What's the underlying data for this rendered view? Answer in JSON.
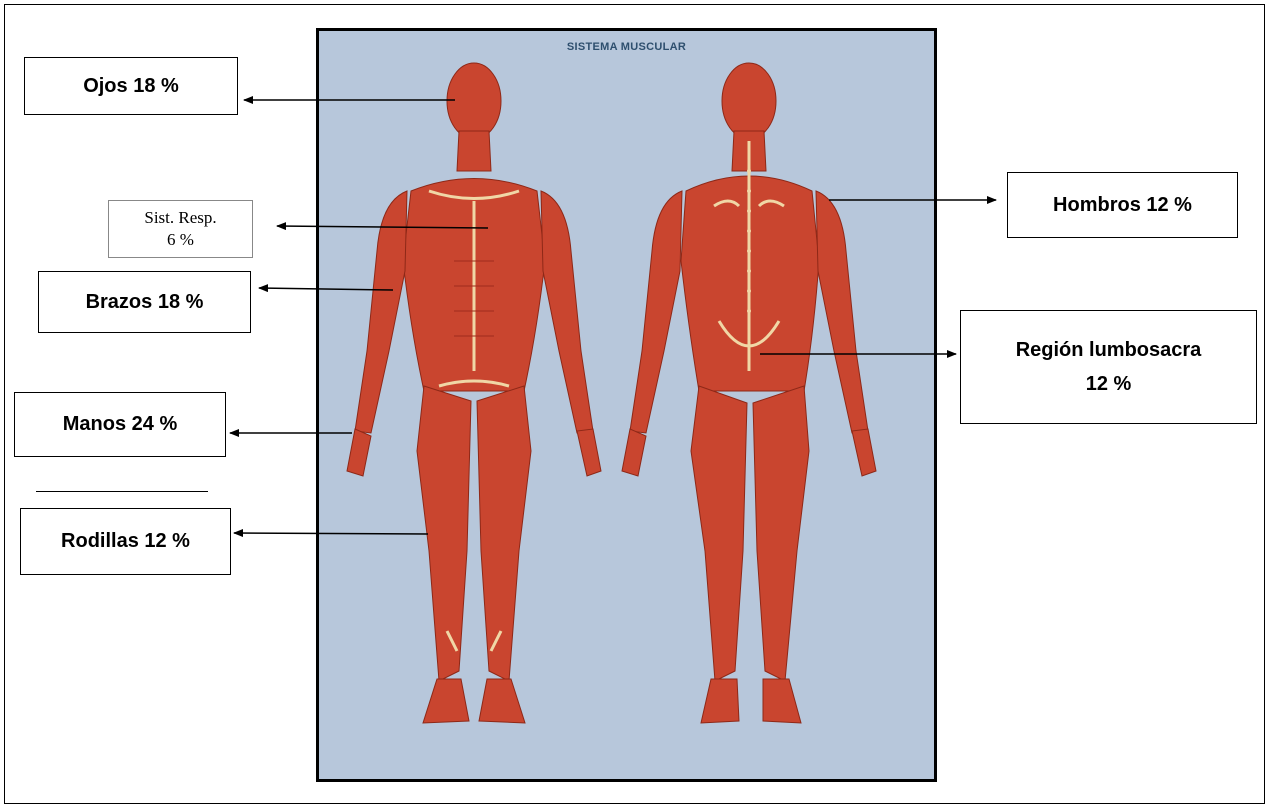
{
  "poster": {
    "title": "SISTEMA MUSCULAR"
  },
  "labels": {
    "ojos": "Ojos 18 %",
    "sist_resp_line1": "Sist. Resp.",
    "sist_resp_line2": "6 %",
    "brazos": "Brazos 18 %",
    "manos": "Manos 24 %",
    "rodillas": "Rodillas 12 %",
    "hombros": "Hombros 12 %",
    "region_line1": "Región lumbosacra",
    "region_line2": "12 %"
  },
  "colors": {
    "poster_bg": "#b7c7db",
    "muscle": "#c9452f",
    "muscle_dark": "#9e2c1c",
    "tendon": "#f0d7a6",
    "title": "#2e4f6e"
  }
}
